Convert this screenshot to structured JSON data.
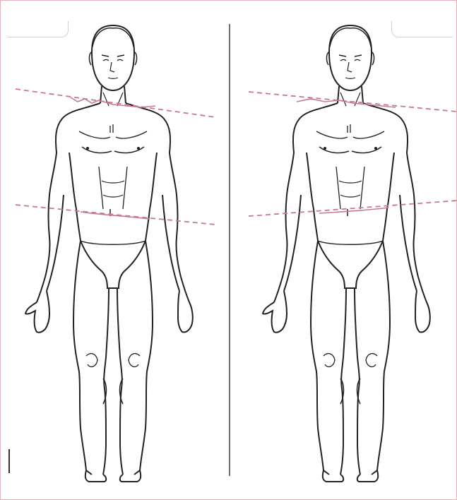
{
  "colors": {
    "outline": "#222222",
    "guide_dashed": "#c77a8c",
    "frame_border": "#e6b3bd",
    "divider": "#6f6f6f"
  },
  "figures": [
    {
      "name": "left-figure",
      "view": "anterior",
      "shoulder_line": "tilted",
      "pelvis_line": "tilted"
    },
    {
      "name": "right-figure",
      "view": "anterior",
      "shoulder_line": "tilted",
      "pelvis_line": "tilted"
    }
  ]
}
